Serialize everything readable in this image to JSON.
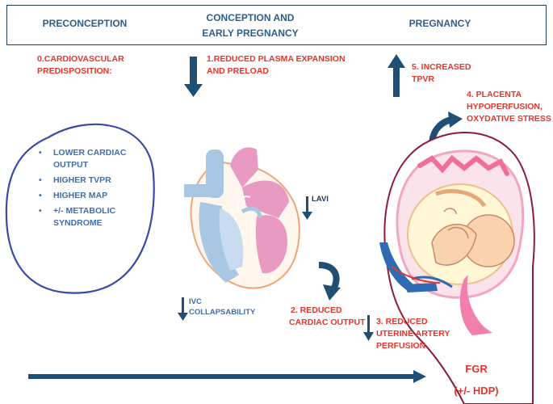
{
  "header": {
    "phase1": "PRECONCEPTION",
    "phase2_line1": "CONCEPTION AND",
    "phase2_line2": "EARLY PREGNANCY",
    "phase3": "PREGNANCY"
  },
  "step0": {
    "line1": "0.CARDIOVASCULAR",
    "line2": "PREDISPOSITION:"
  },
  "risk_factors": [
    {
      "line1": "LOWER CARDIAC",
      "line2": "OUTPUT"
    },
    {
      "line1": "HIGHER TVPR",
      "line2": ""
    },
    {
      "line1": "HIGHER MAP",
      "line2": ""
    },
    {
      "line1": "+/- METABOLIC",
      "line2": "SYNDROME"
    }
  ],
  "step1": {
    "line1": "1.REDUCED PLASMA EXPANSION",
    "line2": "AND PRELOAD"
  },
  "step2": {
    "line1": "2. REDUCED",
    "line2": "CARDIAC OUTPUT"
  },
  "step3": {
    "line1": "3. REDUCED",
    "line2": "UTERINE ARTERY",
    "line3": "PERFUSION"
  },
  "step4": {
    "line1": "4. PLACENTA",
    "line2": "HYPOPERFUSION,",
    "line3": "OXYDATIVE STRESS"
  },
  "step5": {
    "line1": "5. INCREASED",
    "line2": "TPVR"
  },
  "lavi": "LAVI",
  "ivc": {
    "line1": "IVC",
    "line2": "COLLAPSABILITY"
  },
  "outcome": {
    "line1": "FGR",
    "line2": "(+/- HDP)"
  },
  "colors": {
    "red": "#e8352c",
    "blue": "#3f6fae",
    "navy": "#1f4f75",
    "circle": "#3a4aa8",
    "heart_pink": "#e89ac0",
    "heart_blue": "#a9c7e3"
  },
  "icons": [
    "down-arrow-icon",
    "up-arrow-icon",
    "curved-arrow-icon",
    "heart-illustration",
    "pregnancy-illustration",
    "timeline-arrow-icon"
  ]
}
